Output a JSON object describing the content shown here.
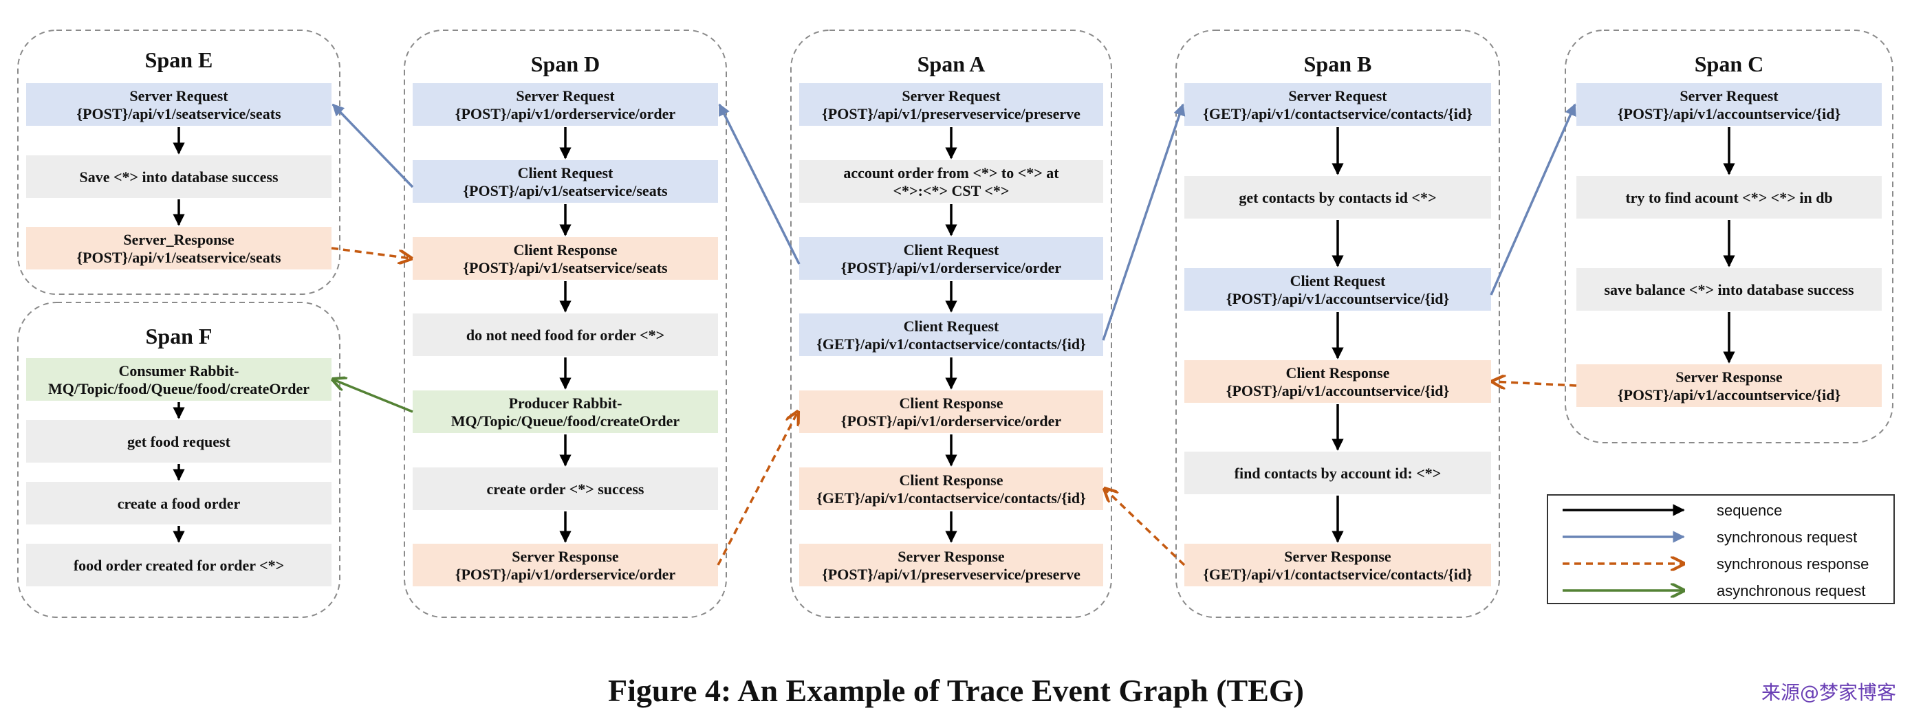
{
  "colors": {
    "request": "#d9e2f3",
    "response": "#fbe4d5",
    "event": "#ededed",
    "async": "#e2efd9",
    "sequence": "#000000",
    "synchronous_request": "#6a85b6",
    "synchronous_response": "#c55a11",
    "asynchronous_request": "#548235"
  },
  "spans": [
    {
      "id": "E",
      "title": "Span E",
      "nodes": [
        {
          "kind": "request",
          "lines": [
            "Server Request",
            "{POST}/api/v1/seatservice/seats"
          ]
        },
        {
          "kind": "event",
          "lines": [
            "Save <*> into database success"
          ]
        },
        {
          "kind": "response",
          "lines": [
            "Server_Response",
            "{POST}/api/v1/seatservice/seats"
          ]
        }
      ]
    },
    {
      "id": "F",
      "title": "Span F",
      "nodes": [
        {
          "kind": "async",
          "lines": [
            "Consumer Rabbit-",
            "MQ/Topic/food/Queue/food/createOrder"
          ]
        },
        {
          "kind": "event",
          "lines": [
            "get food request"
          ]
        },
        {
          "kind": "event",
          "lines": [
            "create a food order"
          ]
        },
        {
          "kind": "event",
          "lines": [
            "food order created for order <*>"
          ]
        }
      ]
    },
    {
      "id": "D",
      "title": "Span D",
      "nodes": [
        {
          "kind": "request",
          "lines": [
            "Server Request",
            "{POST}/api/v1/orderservice/order"
          ]
        },
        {
          "kind": "request",
          "lines": [
            "Client Request",
            "{POST}/api/v1/seatservice/seats"
          ]
        },
        {
          "kind": "response",
          "lines": [
            "Client Response",
            "{POST}/api/v1/seatservice/seats"
          ]
        },
        {
          "kind": "event",
          "lines": [
            "do not need food for order <*>"
          ]
        },
        {
          "kind": "async",
          "lines": [
            "Producer Rabbit-",
            "MQ/Topic/Queue/food/createOrder"
          ]
        },
        {
          "kind": "event",
          "lines": [
            "create order <*> success"
          ]
        },
        {
          "kind": "response",
          "lines": [
            "Server Response",
            "{POST}/api/v1/orderservice/order"
          ]
        }
      ]
    },
    {
      "id": "A",
      "title": "Span A",
      "nodes": [
        {
          "kind": "request",
          "lines": [
            "Server Request",
            "{POST}/api/v1/preserveservice/preserve"
          ]
        },
        {
          "kind": "event",
          "lines": [
            "account order from <*> to <*> at",
            "<*>:<*> CST <*>"
          ]
        },
        {
          "kind": "request",
          "lines": [
            "Client Request",
            "{POST}/api/v1/orderservice/order"
          ]
        },
        {
          "kind": "request",
          "lines": [
            "Client Request",
            "{GET}/api/v1/contactservice/contacts/{id}"
          ]
        },
        {
          "kind": "response",
          "lines": [
            "Client Response",
            "{POST}/api/v1/orderservice/order"
          ]
        },
        {
          "kind": "response",
          "lines": [
            "Client Response",
            "{GET}/api/v1/contactservice/contacts/{id}"
          ]
        },
        {
          "kind": "response",
          "lines": [
            "Server Response",
            "{POST}/api/v1/preserveservice/preserve"
          ]
        }
      ]
    },
    {
      "id": "B",
      "title": "Span B",
      "nodes": [
        {
          "kind": "request",
          "lines": [
            "Server Request",
            "{GET}/api/v1/contactservice/contacts/{id}"
          ]
        },
        {
          "kind": "event",
          "lines": [
            "get contacts by contacts id <*>"
          ]
        },
        {
          "kind": "request",
          "lines": [
            "Client Request",
            "{POST}/api/v1/accountservice/{id}"
          ]
        },
        {
          "kind": "response",
          "lines": [
            "Client Response",
            "{POST}/api/v1/accountservice/{id}"
          ]
        },
        {
          "kind": "event",
          "lines": [
            "find contacts by account id: <*>"
          ]
        },
        {
          "kind": "response",
          "lines": [
            "Server Response",
            "{GET}/api/v1/contactservice/contacts/{id}"
          ]
        }
      ]
    },
    {
      "id": "C",
      "title": "Span C",
      "nodes": [
        {
          "kind": "request",
          "lines": [
            "Server Request",
            "{POST}/api/v1/accountservice/{id}"
          ]
        },
        {
          "kind": "event",
          "lines": [
            "try to find acount <*> <*> in db"
          ]
        },
        {
          "kind": "event",
          "lines": [
            "save balance <*> into database success"
          ]
        },
        {
          "kind": "response",
          "lines": [
            "Server Response",
            "{POST}/api/v1/accountservice/{id}"
          ]
        }
      ]
    }
  ],
  "edges": [
    {
      "type": "synchronous_request",
      "from": "D.1",
      "to": "E.0"
    },
    {
      "type": "synchronous_response",
      "from": "E.2",
      "to": "D.2"
    },
    {
      "type": "asynchronous_request",
      "from": "D.4",
      "to": "F.0"
    },
    {
      "type": "synchronous_request",
      "from": "A.2",
      "to": "D.0"
    },
    {
      "type": "synchronous_response",
      "from": "D.6",
      "to": "A.4"
    },
    {
      "type": "synchronous_request",
      "from": "A.3",
      "to": "B.0"
    },
    {
      "type": "synchronous_response",
      "from": "B.5",
      "to": "A.5"
    },
    {
      "type": "synchronous_request",
      "from": "B.2",
      "to": "C.0"
    },
    {
      "type": "synchronous_response",
      "from": "C.3",
      "to": "B.3"
    }
  ],
  "legend": [
    {
      "type": "sequence",
      "label": "sequence"
    },
    {
      "type": "synchronous_request",
      "label": "synchronous request"
    },
    {
      "type": "synchronous_response",
      "label": "synchronous response"
    },
    {
      "type": "asynchronous_request",
      "label": "asynchronous request"
    }
  ],
  "caption": "Figure 4: An Example of Trace Event Graph (TEG)",
  "watermark": "来源@梦家博客"
}
